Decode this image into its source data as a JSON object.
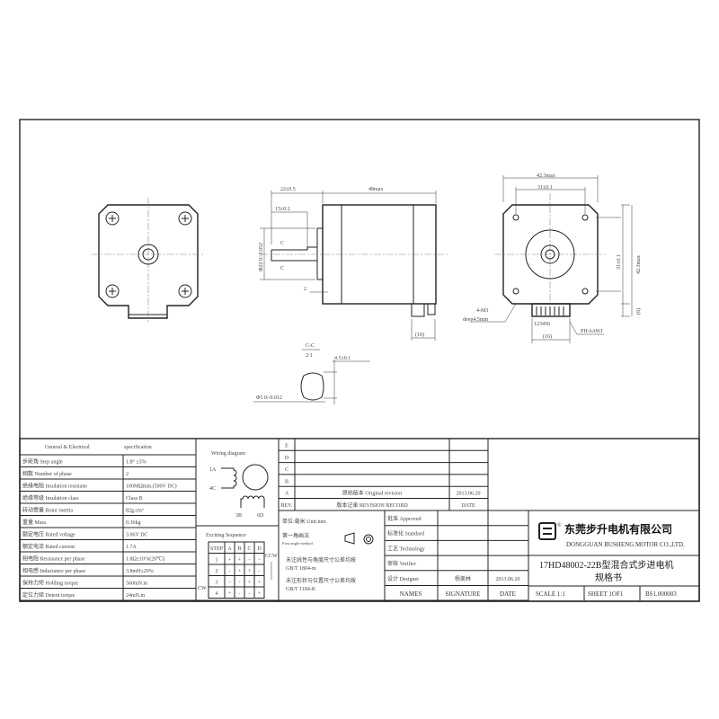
{
  "drawing": {
    "dims": {
      "shaft_len": "22±0.5",
      "body_len": "48max",
      "flat_len": "15±0.2",
      "boss_dia": "Φ22 0/-0.052",
      "flange": "2",
      "connector": "(10)",
      "section_label": "C-C",
      "section_scale": "2:1",
      "flat_dim": "4.5±0.1",
      "shaft_dia": "Φ5 0/-0.012",
      "cut_mark_top": "C",
      "cut_mark_bottom": "C",
      "width_max": "42.3max",
      "hole_spacing_h": "31±0.1",
      "hole_spacing_v": "31±0.1",
      "height_max": "42.3max",
      "holes": "4-M3",
      "holes_depth": "deep4.5min",
      "pins": "123456",
      "conn_width": "(16)",
      "conn_offset": "(6)",
      "conn_type": "PH-6AWJ"
    }
  },
  "spec": {
    "header_left": "General & Electrical",
    "header_right": "specification",
    "rows": [
      {
        "name": "步距角 Step angle",
        "value": "1.8° ±5%"
      },
      {
        "name": "相数 Number of phase",
        "value": "2"
      },
      {
        "name": "绝缘电阻 Insulation resistane",
        "value": "100MΩmin.(500V DC)"
      },
      {
        "name": "绝缘等级 Insulation class",
        "value": "Class B"
      },
      {
        "name": "转动惯量 Rotor inertia",
        "value": "82g.cm²"
      },
      {
        "name": "重量 Mass",
        "value": "0.36kg"
      },
      {
        "name": "额定电压 Rated voltage",
        "value": "3.06V DC"
      },
      {
        "name": "额定电流 Rated current",
        "value": "1.7A"
      },
      {
        "name": "相电阻 Resistance per phase",
        "value": "1.8Ω±10%(20℃)"
      },
      {
        "name": "相电感 Inductance per phase",
        "value": "3.8mH±20%"
      },
      {
        "name": "保持力矩 Holding torque",
        "value": "560mN.m"
      },
      {
        "name": "定位力矩 Detent torque",
        "value": "24mN.m"
      }
    ]
  },
  "wiring": {
    "title": "Wiring diagram",
    "label_1a": "1A",
    "label_4c": "4C",
    "label_3b": "3B",
    "label_6d": "6D"
  },
  "sequence": {
    "title": "Exciting Sequence",
    "headers": [
      "STEP",
      "A",
      "B",
      "C",
      "D"
    ],
    "rows": [
      [
        "1",
        "+",
        "+",
        "-",
        "-"
      ],
      [
        "2",
        "-",
        "+",
        "+",
        "-"
      ],
      [
        "3",
        "-",
        "-",
        "+",
        "+"
      ],
      [
        "4",
        "+",
        "-",
        "-",
        "+"
      ]
    ],
    "ccw": "CCW",
    "cw": "CW"
  },
  "revision": {
    "rows": [
      {
        "rev": "E",
        "desc": "",
        "date": ""
      },
      {
        "rev": "D",
        "desc": "",
        "date": ""
      },
      {
        "rev": "C",
        "desc": "",
        "date": ""
      },
      {
        "rev": "B",
        "desc": "",
        "date": ""
      },
      {
        "rev": "A",
        "desc": "原始版本 Original revision",
        "date": "2013.06.20"
      }
    ],
    "header_rev": "REV.",
    "header_desc": "版本记录 REVISION RECORD",
    "header_date": "DATE"
  },
  "notes": {
    "unit": "单位:毫米  Unit:mm",
    "projection_cn": "第一角画法",
    "projection_en": "First angle method",
    "tol1_cn": "未注线性与角度尺寸公差均按",
    "tol1_std": "GB/T 1804-m",
    "tol2_cn": "未注形状与位置尺寸公差均按",
    "tol2_std": "GB/T 1184-K"
  },
  "approval": {
    "rows": [
      {
        "role": "批准 Approved",
        "name": "",
        "date": ""
      },
      {
        "role": "标准化 Standard",
        "name": "",
        "date": ""
      },
      {
        "role": "工艺 Technology",
        "name": "",
        "date": ""
      },
      {
        "role": "审核 Verifier",
        "name": "",
        "date": ""
      },
      {
        "role": "设计 Designer",
        "name": "杨美林",
        "date": "2013.06.20"
      }
    ],
    "footer": [
      "NAMES",
      "SIGNATURE",
      "DATE"
    ]
  },
  "company": {
    "name_cn": "东莞步升电机有限公司",
    "name_en": "DONGGUAN BUSHENG MOTOR CO.,LTD.",
    "logo_text": "BS",
    "registered": "®"
  },
  "title": {
    "line1": "17HD48002-22B型混合式步进电机",
    "line2": "规格书"
  },
  "footer": {
    "scale": "SCALE 1:1",
    "sheet": "SHEET 1OF1",
    "doc_no": "BS1.000003"
  }
}
